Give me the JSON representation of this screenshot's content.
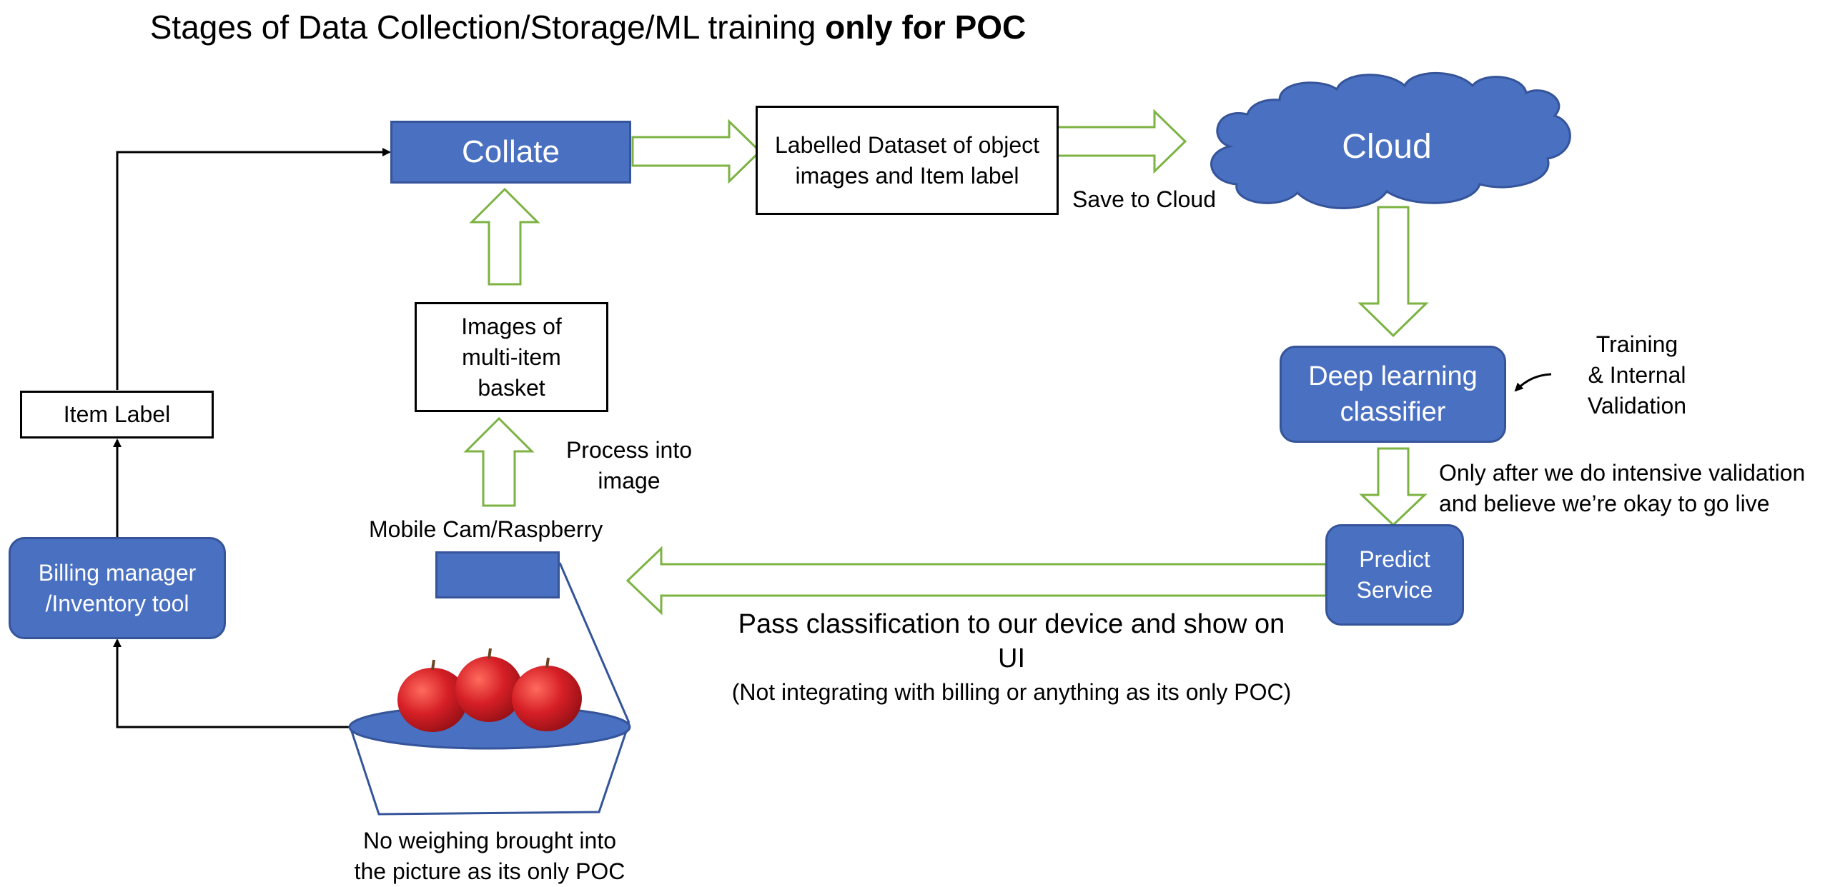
{
  "title": {
    "main": "Stages of Data Collection/Storage/ML training ",
    "bold": "only for POC"
  },
  "nodes": {
    "collate": "Collate",
    "labelled_dataset": "Labelled Dataset of object images and Item label",
    "cloud": "Cloud",
    "deep_learning": "Deep learning classifier",
    "predict_service": "Predict Service",
    "images_basket": "Images of multi-item basket",
    "item_label": "Item Label",
    "billing_manager": "Billing manager /Inventory tool",
    "camera": ""
  },
  "labels": {
    "save_to_cloud": "Save to Cloud",
    "training_line1": "Training",
    "training_line2": "& Internal",
    "training_line3": "Validation",
    "only_after_line1": "Only after we do intensive validation",
    "only_after_line2": "and believe we’re okay to go live",
    "process_line1": "Process into",
    "process_line2": "image",
    "mobile_cam": "Mobile Cam/Raspberry",
    "pass_line1": "Pass classification to our device and show on",
    "pass_line2": "UI",
    "pass_note": "(Not integrating with billing or anything as its only POC)",
    "no_weigh_line1": "No weighing brought into",
    "no_weigh_line2": "the picture as its only POC"
  },
  "colors": {
    "box_blue": "#4a70c1",
    "box_border": "#35549a",
    "arrow_green": "#7cb342",
    "apple_red": "#d61f26",
    "line_black": "#000000"
  }
}
